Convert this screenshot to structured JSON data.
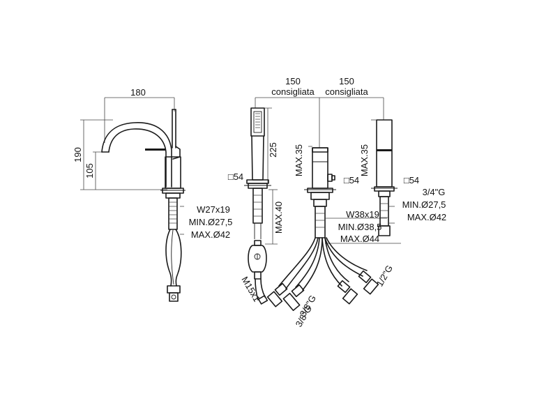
{
  "dimensions": {
    "spout_width": "180",
    "spout_height": "190",
    "spout_outlet_height": "105",
    "spacing_left": "150",
    "spacing_right": "150",
    "recommended": "consigliata",
    "shower_height": "225",
    "base_square": "□54",
    "max_35": "MAX.35",
    "max_40": "MAX.40"
  },
  "notes": {
    "left_hole": [
      "W27x19",
      "MIN.Ø27,5",
      "MAX.Ø42"
    ],
    "center_hole": [
      "W38x19",
      "MIN.Ø38,5",
      "MAX.Ø44"
    ],
    "right_hole": [
      "3/4\"G",
      "MIN.Ø27,5",
      "MAX.Ø42"
    ]
  },
  "connections": {
    "hose_m15": "M15x1",
    "hose_3_8_a": "3/8\"G",
    "hose_3_8_b": "3/8\"G",
    "hose_1_2": "1/2\"G"
  }
}
